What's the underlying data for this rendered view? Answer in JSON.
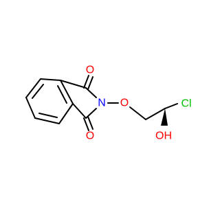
{
  "structure": {
    "atoms": {
      "carbonyl_oxygen_top": "O",
      "imide_nitrogen": "N",
      "ether_oxygen": "O",
      "carbonyl_oxygen_bottom": "O",
      "chlorine": "Cl",
      "hydroxyl": "OH"
    }
  },
  "colors": {
    "bond": "#000000",
    "oxygen": "#ff0000",
    "nitrogen": "#0000ff",
    "chlorine": "#00c000",
    "background": "#ffffff"
  }
}
